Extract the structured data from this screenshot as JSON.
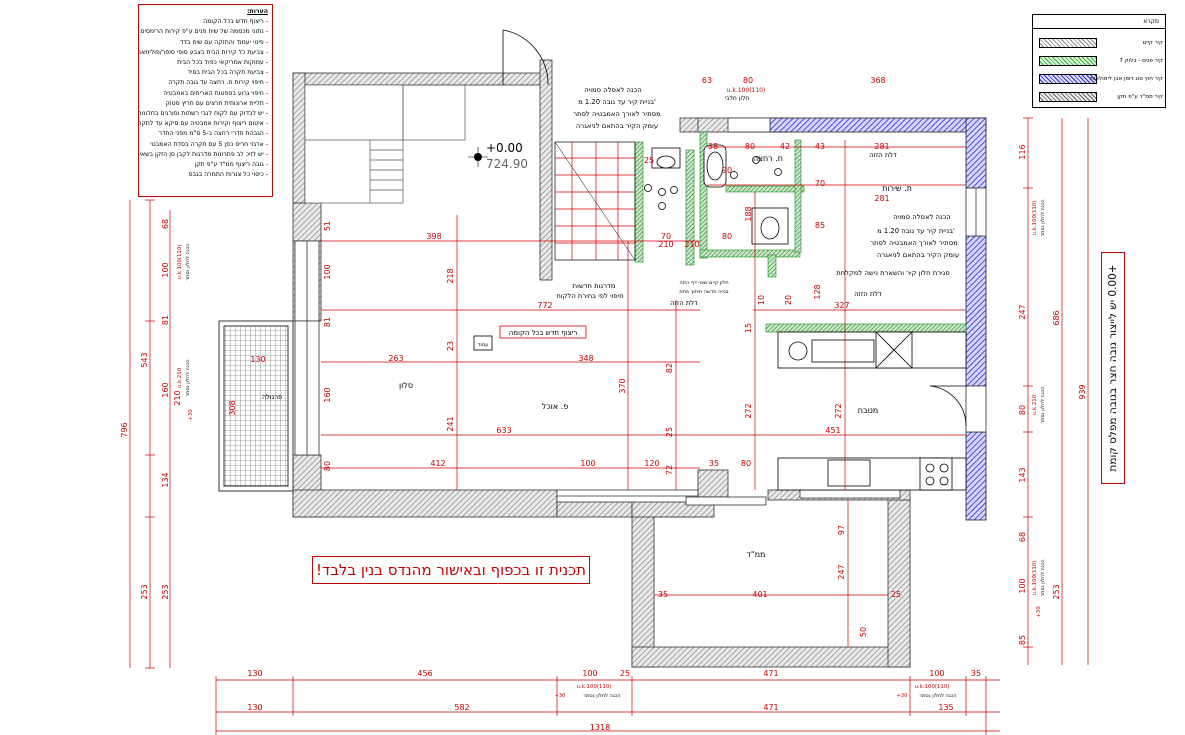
{
  "notes": {
    "title": "הערות:",
    "lines": [
      "- ריצוף חדש בכל הקומה",
      "- נתוני מכסמה של שיח פנים ע\"פ קירות הרימסים",
      "- פינוי יעמוד והחזקה עם שיח בדד",
      "- צביעת כל קירות הבית בצבע סופי סופר/פולימאר ע\"פ בחירת לקוח",
      "- עמוקות אמריקאי כפול בכל הבית",
      "- צביעת תקרה בכל הבית בסיד",
      "- חיפוי קירות ח. רחצה עד גובה תקרה",
      "- חיפוי גרוע בספטות האריחים באמבטיה",
      "- תליית ארונותית חרצים עם חריץ סטוק",
      "- יש לבדוק עם לקוח לגבי רשתות וסורגים בחלונות",
      "- איטום ריצוף וקירות אמבטיה עם סיקא עד לתקרה",
      "- הגבהת חדרי רחצה ב-5 ס\"מ מפני החדר",
      "- ארגזי חריס כפן 5 עם תקרה בסדת האמבטי",
      "- יש לזיכ לב פתרונות מדרגות לקבן סן הזקן בשאירה הלקות",
      "- גובה ריצוף ממ\"ד ע\"פ תקן",
      "- כיסוי כל צנרות התמרה בגבס"
    ]
  },
  "legend": {
    "title": "מקרא",
    "items": [
      {
        "label": "קיר קיים"
      },
      {
        "label": "קיר פנים - בלוק 7"
      },
      {
        "label": "קיר חוץ סוג דופן אבן לימולאות"
      },
      {
        "label": "קיר ממ\"ד ע\"פ תקן"
      }
    ]
  },
  "side_note": "+0.00 יש לייצור גובה חצר בגובה מפלס קומת",
  "stamp": "תכנית זו בכפוף ובאישור מהנדס בנין בלבד!",
  "elevation": {
    "level": "+0.00",
    "abs": "724.90"
  },
  "rooms": {
    "salon": "סלון",
    "dining": "פ. אוכל",
    "kitchen": "מטבח",
    "mamad": "ממ\"ד",
    "bath": "ח. רחצה",
    "wc": "ת. שירות",
    "pergola": "פרגולה",
    "column": "עמוד"
  },
  "callouts": {
    "tile_note": "ריצוף חדש בכל הקומה",
    "step_top_1": "הכנה לאסלה סמויה",
    "step_top_2": "בניית קיר עד גובה 1.20 מ'",
    "step_top_3": "מסתיר לאורך האמבטיה לסתר",
    "step_top_4": "עומק הקיר בהתאם לניאגרה",
    "step_right_1": "הכנה לאסלה סמויה",
    "step_right_2": "בניית קיר עד גובה 1.20 מ'",
    "step_right_3": "מסתיר לאורך האמבטיה לסתר",
    "step_right_4": "עומק הקיר בהתאם לניאגרה",
    "closing_wall": "סגירת חלון קיר והשארת נישה למקלחת",
    "bath_door": "דלת הזזה",
    "door_slide_1": "דלת הזזה",
    "door_slide_2": "דלת הזזה",
    "door_slide_3": "דלת הזזה",
    "stair_1": "מדרגות חדשות",
    "stair_2": "חיפוי לפי בחירת הלקוח",
    "wc_window": "חלון חלבי",
    "window_note_1": "חלון קיים שינוי דף הזזה",
    "window_note_2": "בנייה חדשה חיתוך פתח"
  },
  "dimensions": {
    "top": [
      "63",
      "80",
      "368"
    ],
    "top_sub": "u.k.100(110)",
    "bath_inner": [
      "38",
      "80",
      "42",
      "43",
      "281"
    ],
    "wc_inner": [
      "281",
      "70",
      "85",
      "80"
    ],
    "main": [
      "398",
      "772",
      "263",
      "348",
      "633",
      "412",
      "100",
      "120",
      "35",
      "80",
      "451",
      "327"
    ],
    "verticals": [
      "51",
      "100",
      "218",
      "81",
      "23",
      "160",
      "241",
      "80",
      "370",
      "82",
      "72",
      "272",
      "272",
      "210",
      "15",
      "128",
      "188",
      "10",
      "20",
      "25"
    ],
    "mamad": [
      "401",
      "97",
      "247",
      "50",
      "35",
      "35",
      "25"
    ],
    "bottom_1": [
      "130",
      "456",
      "100",
      "25",
      "471",
      "100",
      "35"
    ],
    "bottom_2": [
      "130",
      "582",
      "471",
      "135"
    ],
    "bottom_total": "1318",
    "left_total": [
      "796",
      "543",
      "253",
      "253",
      "134",
      "160",
      "210",
      "68",
      "100",
      "81"
    ],
    "right_chain": [
      "116",
      "247",
      "80",
      "143",
      "68",
      "100",
      "85"
    ],
    "right_totals": [
      "686",
      "939",
      "253"
    ],
    "pergola": [
      "130",
      "308"
    ],
    "misc": [
      "25",
      "210",
      "70",
      "210",
      "90"
    ]
  },
  "window_tags": {
    "top": "u.k.100(110)",
    "bottom_left": "u.k.100(110)",
    "bottom_left_label": "הכנה לחלון נסתר",
    "bottom_right": "u.k.100(110)",
    "bottom_right_label": "הכנה לחלון נסתר",
    "left_1": "u.k.100(110)",
    "left_1_label": "הכנה לחלון נסתר",
    "left_2": "u.k.210",
    "left_2_label": "הכנה לחלון נסתר",
    "right_1": "u.k.100(110)",
    "right_1_label": "הכנה לחלון נסתר",
    "right_2": "u.k.210",
    "right_2_label": "הכנה לחלון נסתר",
    "right_3": "u.k.100(110)",
    "right_3_label": "הכנה לחלון נסתר",
    "plus30": "+30"
  },
  "colors": {
    "red": "#cc0000",
    "green": "#1a8a1a",
    "blue": "#2a2ad0",
    "wall": "#6a6a6a",
    "hatch": "#999999"
  }
}
